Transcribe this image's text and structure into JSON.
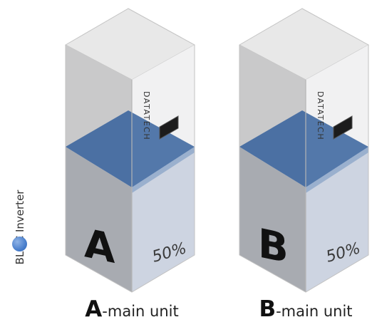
{
  "legend": {
    "label": "BLDC Inverter",
    "color": "#4a7fcc"
  },
  "units": [
    {
      "letter": "A",
      "caption_suffix": "-main unit",
      "brand": "DATATECH",
      "fill_label": "50%",
      "fill_fraction": 0.5
    },
    {
      "letter": "B",
      "caption_suffix": "-main unit",
      "brand": "DATATECH",
      "fill_label": "50%",
      "fill_fraction": 0.5
    }
  ],
  "colors": {
    "top_face": "#e8e8e8",
    "left_face_upper": "#c9c9ca",
    "right_face_upper": "#f2f2f3",
    "left_face_lower": "#a9acb1",
    "right_face_lower": "#ccd3e0",
    "fill_plane": "#2f5d9a",
    "outline": "#b8b8b8"
  }
}
